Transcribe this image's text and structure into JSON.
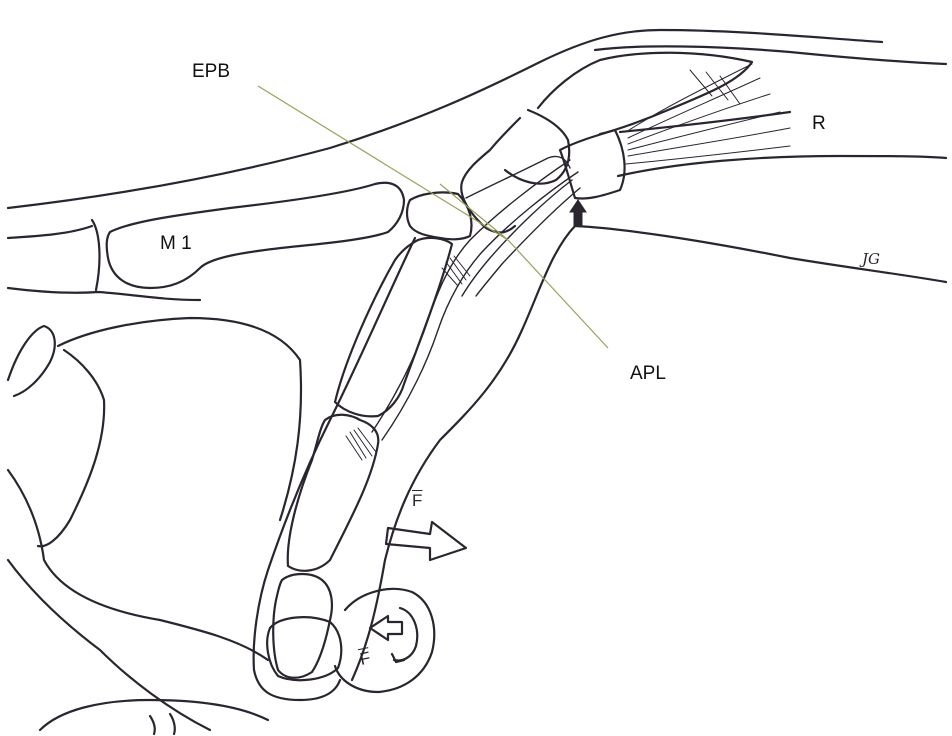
{
  "labels": {
    "epb": "EPB",
    "apl": "APL",
    "m1": "M 1",
    "r": "R",
    "signature": "JG",
    "force_top": "F",
    "force_bottom": "F"
  },
  "colors": {
    "ink": "#2b2530",
    "leader_line": "#9aa05a",
    "background": "#ffffff"
  },
  "icons": {
    "force_arrow": "outline-arrow-right",
    "pressure_arrow": "outline-arrow-left",
    "rotation": "curved-arrow"
  }
}
